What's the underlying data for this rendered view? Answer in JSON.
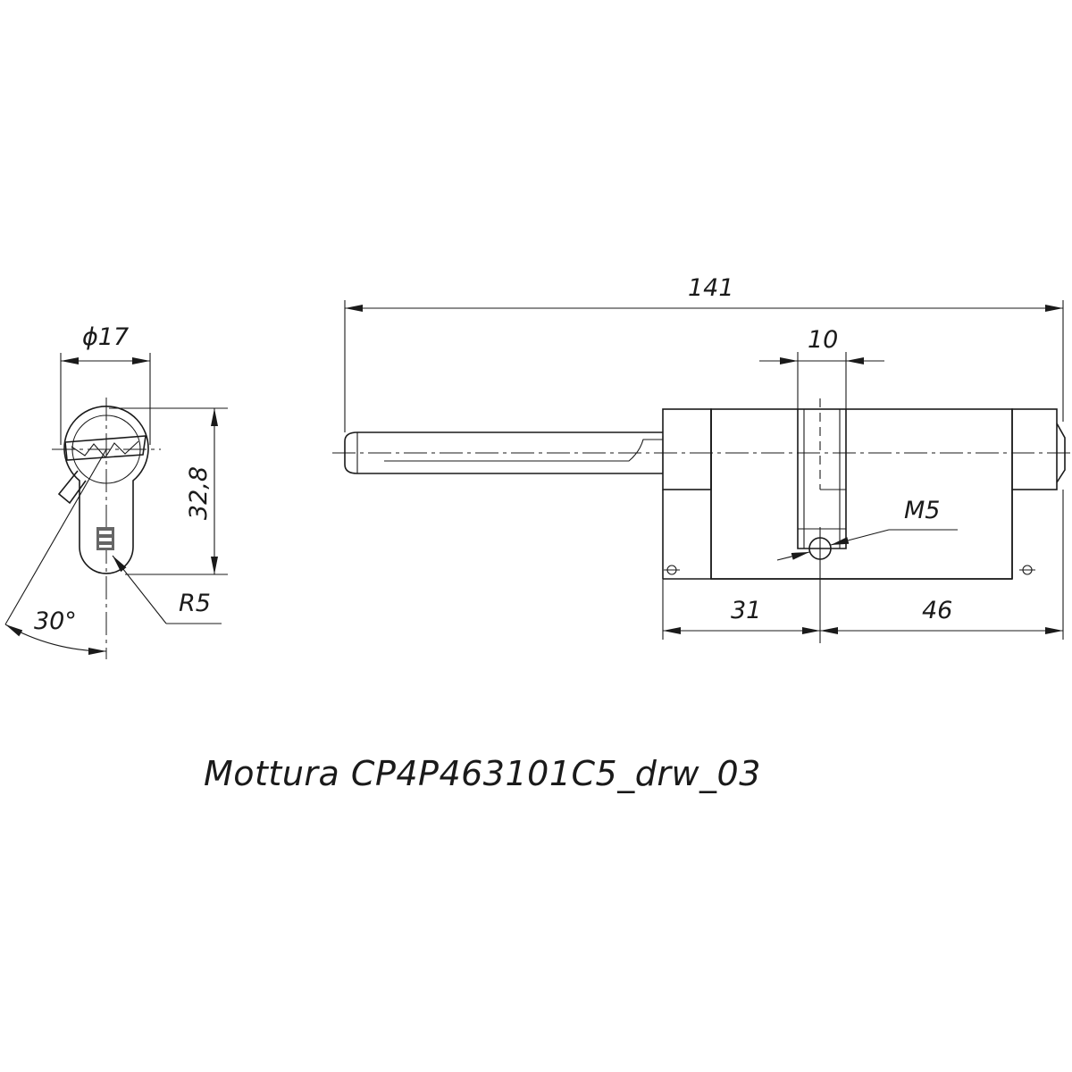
{
  "caption": "Mottura CP4P463101C5_drw_03",
  "dimensions": {
    "overall_length": "141",
    "cam_width": "10",
    "left_length": "31",
    "right_length": "46",
    "screw_thread": "M5",
    "diameter": "ϕ17",
    "height": "32,8",
    "radius": "R5",
    "cam_angle": "30°"
  }
}
